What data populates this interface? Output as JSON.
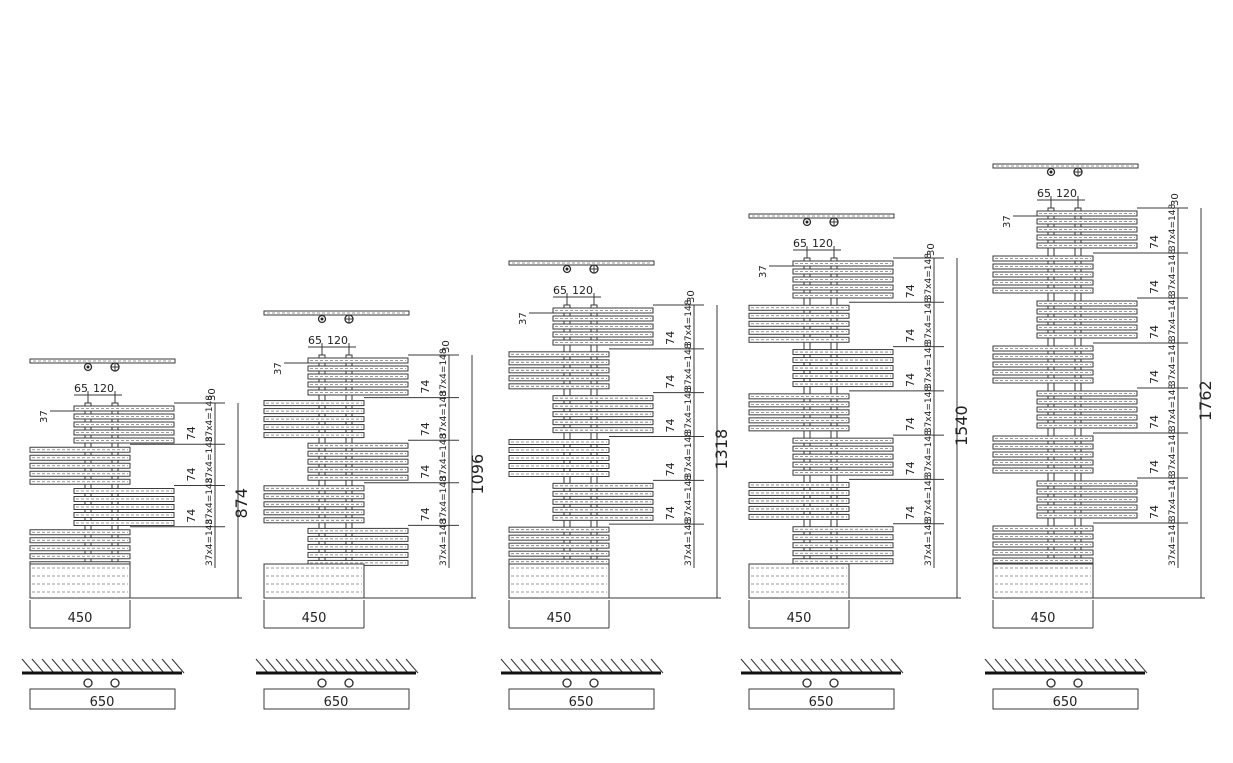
{
  "radiators": [
    {
      "height": "874",
      "width": "450",
      "wall_width": "650",
      "dim_65": "65",
      "dim_120": "120",
      "dim_30": "30",
      "dim_37": "37",
      "dim_74": "74",
      "segment_label": "37x4=148"
    },
    {
      "height": "1096",
      "width": "450",
      "wall_width": "650",
      "dim_65": "65",
      "dim_120": "120",
      "dim_30": "30",
      "dim_37": "37",
      "dim_74": "74",
      "segment_label": "37x4=148"
    },
    {
      "height": "1318",
      "width": "450",
      "wall_width": "650",
      "dim_65": "65",
      "dim_120": "120",
      "dim_30": "30",
      "dim_37": "37",
      "dim_74": "74",
      "segment_label": "37x4=148"
    },
    {
      "height": "1540",
      "width": "450",
      "wall_width": "650",
      "dim_65": "65",
      "dim_120": "120",
      "dim_30": "30",
      "dim_37": "37",
      "dim_74": "74",
      "segment_label": "37x4=148"
    },
    {
      "height": "1762",
      "width": "450",
      "wall_width": "650",
      "dim_65": "65",
      "dim_120": "120",
      "dim_30": "30",
      "dim_37": "37",
      "dim_74": "74",
      "segment_label": "37x4=148"
    }
  ]
}
